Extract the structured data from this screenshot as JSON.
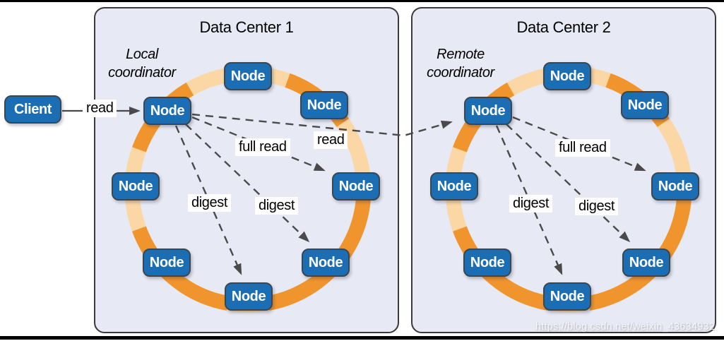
{
  "diagram": {
    "client_label": "Client",
    "node_label": "Node",
    "labels": {
      "client_read": "read",
      "remote_read": "read",
      "full_read": "full read",
      "digest": "digest"
    },
    "datacenters": [
      {
        "title": "Data Center 1",
        "coordinator_line1": "Local",
        "coordinator_line2": "coordinator"
      },
      {
        "title": "Data Center 2",
        "coordinator_line1": "Remote",
        "coordinator_line2": "coordinator"
      }
    ],
    "watermark": "https://blog.csdn.net/weixin_43634932",
    "colors": {
      "node_fill": "#1B6EB3",
      "node_border": "#3A4750",
      "ring_orange": "#F0952E",
      "ring_light": "#FBD7A5",
      "dc_fill": "#E7E9F4",
      "dc_border": "#3A3A3A",
      "arrow": "#4A4A4A"
    }
  }
}
